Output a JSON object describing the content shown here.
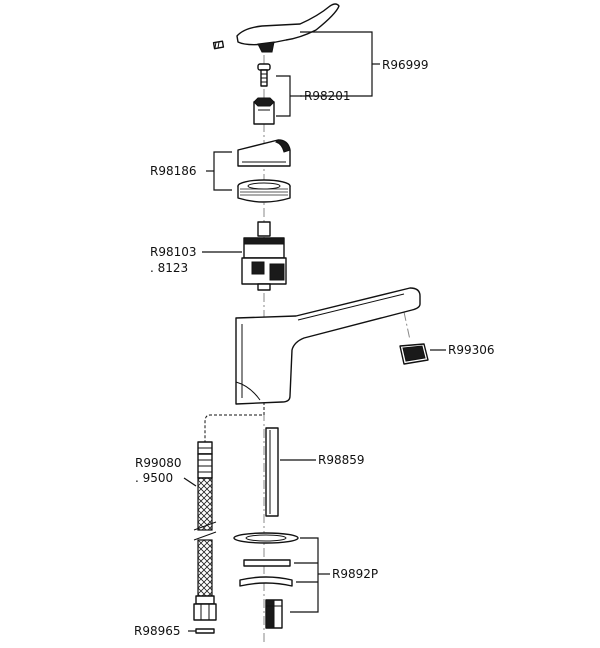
{
  "labels": {
    "lever": "R96999",
    "screw_insert": "R98201",
    "cap_nut": "R98186",
    "cartridge_1": "R98103",
    "cartridge_2": ". 8123",
    "aerator": "R99306",
    "hose_1": "R99080",
    "hose_2": ". 9500",
    "rod": "R98859",
    "mount_kit": "R9892P",
    "washer": "R98965"
  },
  "colors": {
    "line": "#111111",
    "axis": "#888888",
    "background": "#ffffff"
  }
}
